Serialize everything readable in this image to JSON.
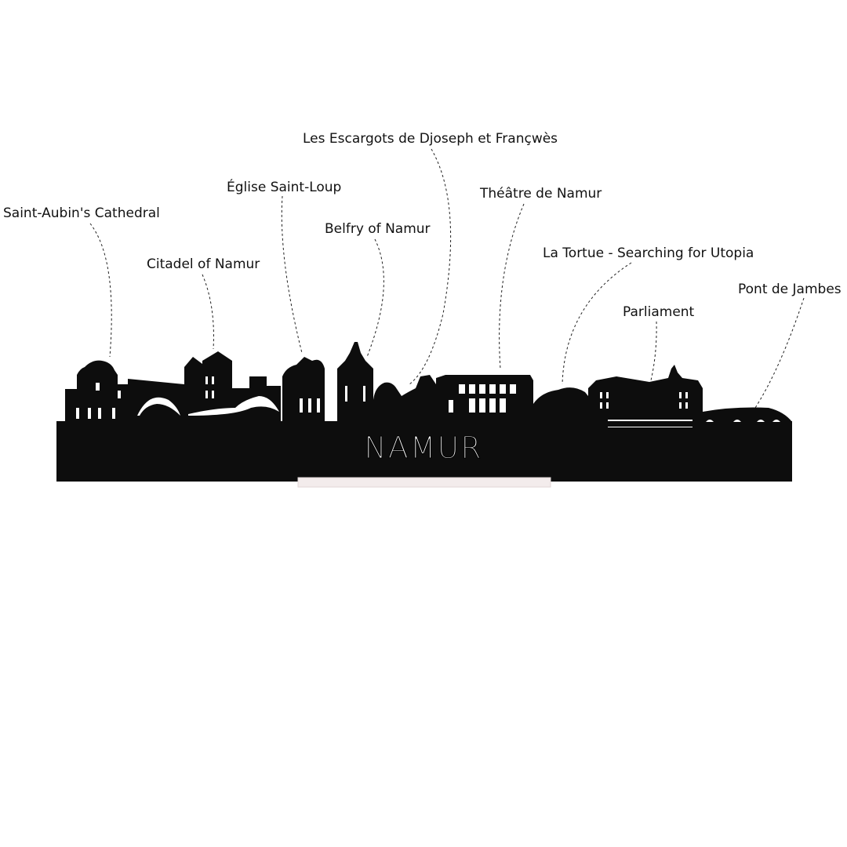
{
  "city_name": "NAMUR",
  "landmarks": [
    {
      "id": "cathedral",
      "label": "Saint-Aubin's Cathedral"
    },
    {
      "id": "citadel",
      "label": "Citadel of Namur"
    },
    {
      "id": "eglise",
      "label": "Église Saint-Loup"
    },
    {
      "id": "belfry",
      "label": "Belfry of Namur"
    },
    {
      "id": "escargots",
      "label": "Les Escargots de Djoseph et Françwès"
    },
    {
      "id": "theatre",
      "label": "Théâtre de Namur"
    },
    {
      "id": "tortue",
      "label": "La Tortue - Searching for Utopia"
    },
    {
      "id": "parliament",
      "label": "Parliament"
    },
    {
      "id": "pont",
      "label": "Pont de Jambes"
    }
  ],
  "colors": {
    "silhouette": "#0d0d0d",
    "background": "#ffffff",
    "base_stand": "#f3ecec"
  }
}
